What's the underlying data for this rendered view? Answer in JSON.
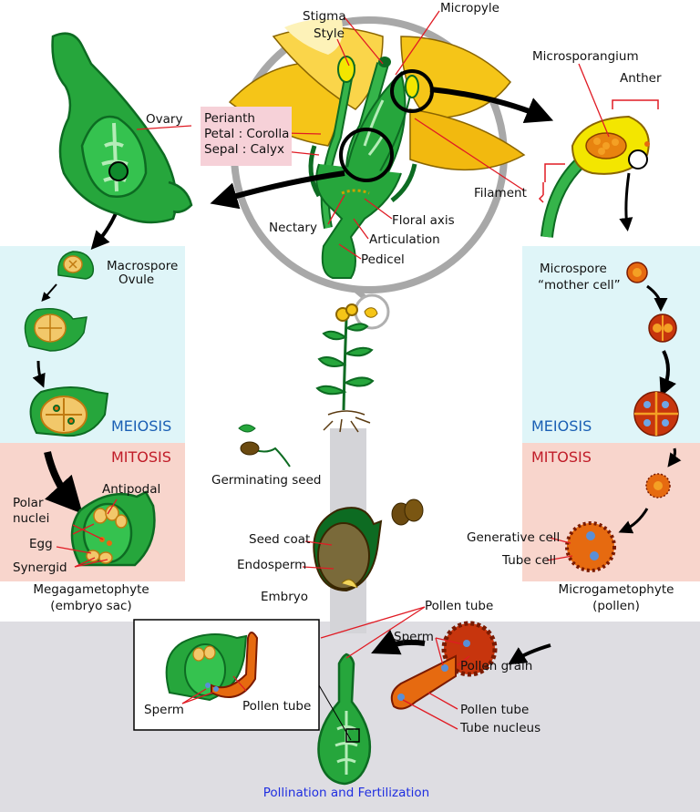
{
  "colors": {
    "meiosis_bg": "#dff5f8",
    "mitosis_bg": "#f8d5cc",
    "pollination_bg": "#dedde2",
    "perianth_bg": "#f6d1d8",
    "plant_green": "#26a63c",
    "dark_green": "#0d6b22",
    "petal_yellow": "#f5c518",
    "pollen_orange": "#e66a10",
    "meiosis_text": "#1a5fb4",
    "mitosis_text": "#c01c28",
    "caption_blue": "#1f2ee0"
  },
  "flower": {
    "stigma": "Stigma",
    "style": "Style",
    "micropyle": "Micropyle",
    "perianth": "Perianth",
    "petal": "Petal : Corolla",
    "sepal": "Sepal : Calyx",
    "filament": "Filament",
    "nectary": "Nectary",
    "floral_axis": "Floral axis",
    "articulation": "Articulation",
    "pedicel": "Pedicel"
  },
  "female": {
    "ovary": "Ovary",
    "macrospore": "Macrospore",
    "ovule": "Ovule",
    "meiosis": "MEIOSIS",
    "mitosis": "MITOSIS",
    "antipodal": "Antipodal",
    "polar": "Polar",
    "nuclei": "nuclei",
    "egg": "Egg",
    "synergid": "Synergid",
    "megagametophyte": "Megagametophyte",
    "embryo_sac": "(embryo sac)"
  },
  "male": {
    "microsporangium": "Microsporangium",
    "anther": "Anther",
    "microspore": "Microspore",
    "mother_cell": "“mother cell”",
    "meiosis": "MEIOSIS",
    "mitosis": "MITOSIS",
    "generative_cell": "Generative cell",
    "tube_cell": "Tube cell",
    "microgametophyte": "Microgametophyte",
    "pollen": "(pollen)"
  },
  "center": {
    "germinating_seed": "Germinating seed",
    "seed_coat": "Seed coat",
    "endosperm": "Endosperm",
    "embryo": "Embryo"
  },
  "pollination": {
    "pollen_tube_top": "Pollen tube",
    "sperm_right": "Sperm",
    "pollen_grain": "Pollen grain",
    "pollen_tube_right": "Pollen tube",
    "tube_nucleus": "Tube nucleus",
    "sperm_inset": "Sperm",
    "pollen_tube_inset": "Pollen tube",
    "caption": "Pollination and Fertilization"
  }
}
